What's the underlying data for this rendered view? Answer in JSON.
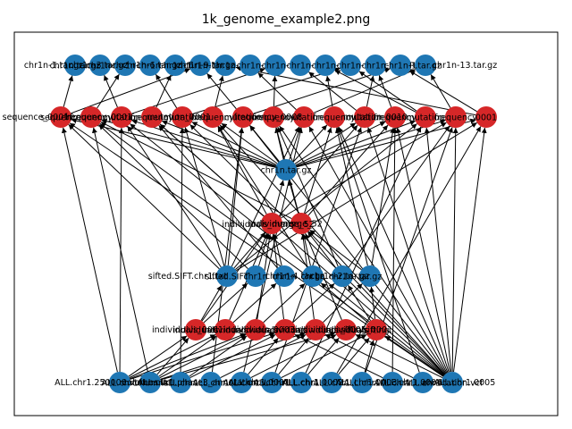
{
  "figure": {
    "title": "1k_genome_example2.png",
    "colors": {
      "blue": "#1f77b4",
      "red": "#d62728",
      "edge": "#000000",
      "frame": "#000000"
    }
  },
  "graph": {
    "nodes": [
      {
        "id": "t0",
        "color": "blue",
        "label": "chr1n.tar.gz"
      },
      {
        "id": "t1",
        "color": "blue",
        "label": "chr1n-"
      },
      {
        "id": "t2",
        "color": "blue",
        "label": "chr1n-"
      },
      {
        "id": "t3",
        "color": "blue",
        "label": "chr1n-"
      },
      {
        "id": "t4",
        "color": "blue",
        "label": "chr1n-1"
      },
      {
        "id": "t5",
        "color": "blue",
        "label": "chr1n-1"
      },
      {
        "id": "t6",
        "color": "blue",
        "label": "chr1n-"
      },
      {
        "id": "t7",
        "color": "blue",
        "label": "chr1n-"
      },
      {
        "id": "t8",
        "color": "blue",
        "label": "chr1n-"
      },
      {
        "id": "t9",
        "color": "blue",
        "label": "chr1n-"
      },
      {
        "id": "t10",
        "color": "blue",
        "label": "chr1n-"
      },
      {
        "id": "t11",
        "color": "blue",
        "label": "chr1n-"
      },
      {
        "id": "t12",
        "color": "blue",
        "label": "chr1n-"
      },
      {
        "id": "t13",
        "color": "blue",
        "label": "chr1n-1"
      },
      {
        "id": "t14",
        "color": "blue",
        "label": "R.tar.gz"
      },
      {
        "id": "r0",
        "color": "red",
        "label": "sequence"
      },
      {
        "id": "r1",
        "color": "red",
        "label": "frequency"
      },
      {
        "id": "r2",
        "color": "red",
        "label": "mutation"
      },
      {
        "id": "r3",
        "color": "red",
        "label": "frequency"
      },
      {
        "id": "r4",
        "color": "red",
        "label": "mutation"
      },
      {
        "id": "r5",
        "color": "red",
        "label": "frequency"
      },
      {
        "id": "r6",
        "color": "red",
        "label": "mutation"
      },
      {
        "id": "r7",
        "color": "red",
        "label": "frequency"
      },
      {
        "id": "r8",
        "color": "red",
        "label": "mutation"
      },
      {
        "id": "r9",
        "color": "red",
        "label": "frequency"
      },
      {
        "id": "r10",
        "color": "red",
        "label": "mutation"
      },
      {
        "id": "r11",
        "color": "red",
        "label": "frequency"
      },
      {
        "id": "r12",
        "color": "red",
        "label": "mutation"
      },
      {
        "id": "r13",
        "color": "red",
        "label": "frequency"
      },
      {
        "id": "r14",
        "color": "red",
        "label": "0001"
      },
      {
        "id": "c",
        "color": "blue",
        "label": "chr1n.tar.gz"
      },
      {
        "id": "m0",
        "color": "red",
        "label": "individuals"
      },
      {
        "id": "m1",
        "color": "red",
        "label": "merge_52"
      },
      {
        "id": "s0",
        "color": "blue",
        "label": "sifted.SIFT"
      },
      {
        "id": "s1",
        "color": "blue",
        "label": "chr1n"
      },
      {
        "id": "s2",
        "color": "blue",
        "label": "chr1n"
      },
      {
        "id": "s3",
        "color": "blue",
        "label": "chr1n"
      },
      {
        "id": "s4",
        "color": "blue",
        "label": "chr1n-"
      },
      {
        "id": "s5",
        "color": "blue",
        "label": "tar.gz"
      },
      {
        "id": "i0",
        "color": "red",
        "label": "individuals"
      },
      {
        "id": "i1",
        "color": "red",
        "label": "individuals"
      },
      {
        "id": "i2",
        "color": "red",
        "label": "individuals"
      },
      {
        "id": "i3",
        "color": "red",
        "label": "individuals"
      },
      {
        "id": "i4",
        "color": "red",
        "label": "individuals"
      },
      {
        "id": "i5",
        "color": "red",
        "label": "individuals"
      },
      {
        "id": "i6",
        "color": "red",
        "label": "sifting"
      },
      {
        "id": "b0",
        "color": "blue",
        "label": "ALL.chr1"
      },
      {
        "id": "b1",
        "color": "blue",
        "label": "columns"
      },
      {
        "id": "b2",
        "color": "blue",
        "label": "ALL.chr1"
      },
      {
        "id": "b3",
        "color": "blue",
        "label": "ALL.chr1"
      },
      {
        "id": "b4",
        "color": "blue",
        "label": "ALL.chr1"
      },
      {
        "id": "b5",
        "color": "blue",
        "label": "ALL.chr1"
      },
      {
        "id": "b6",
        "color": "blue",
        "label": "ALL.chr1"
      },
      {
        "id": "b7",
        "color": "blue",
        "label": "ALL.chr1"
      },
      {
        "id": "b8",
        "color": "blue",
        "label": "ALL.chr1"
      },
      {
        "id": "b9",
        "color": "blue",
        "label": "ALL.chr1"
      },
      {
        "id": "b10",
        "color": "blue",
        "label": "ALL.chr1"
      },
      {
        "id": "b11",
        "color": "blue",
        "label": "annotation.vcf"
      }
    ],
    "label_overlays": [
      {
        "label": "chr1n-1.tar.gz"
      },
      {
        "label": "chr1n-3.tar.gz"
      },
      {
        "label": "chr1n-6.tar.gz"
      },
      {
        "label": "chr1n-9.tar.gz"
      },
      {
        "label": "chr1n-13.tar.gz"
      },
      {
        "label": "sequence_0001"
      },
      {
        "label": "frequency_0001"
      },
      {
        "label": "mutation_0001"
      },
      {
        "label": "frequency_0008"
      },
      {
        "label": "mutation_0010"
      },
      {
        "label": "individuals_merge_52"
      },
      {
        "label": "sifted.SIFT.chr1.txt"
      },
      {
        "label": "chr1n-4.tar.gz"
      },
      {
        "label": "chr1n-2.tar.gz"
      },
      {
        "label": "individuals_0001"
      },
      {
        "label": "individuals_0003"
      },
      {
        "label": "individuals_0005"
      },
      {
        "label": "sifting_0001"
      },
      {
        "label": "ALL.chr1.250000.vcf"
      },
      {
        "label": "columns.txt"
      },
      {
        "label": "ALL.chr1.phase3_annotation.vcf"
      },
      {
        "label": "ALL.chr1.0001"
      },
      {
        "label": "ALL.chr1.0002"
      },
      {
        "label": "ALL.chr1.0003"
      },
      {
        "label": "ALL.chr1.0004"
      },
      {
        "label": "ALL.chr1.0005"
      }
    ],
    "edges": [
      [
        "b0",
        "i0"
      ],
      [
        "b0",
        "i1"
      ],
      [
        "b0",
        "i2"
      ],
      [
        "b0",
        "i3"
      ],
      [
        "b1",
        "i0"
      ],
      [
        "b1",
        "i1"
      ],
      [
        "b1",
        "i2"
      ],
      [
        "b1",
        "i4"
      ],
      [
        "b1",
        "i5"
      ],
      [
        "b2",
        "i2"
      ],
      [
        "b2",
        "i3"
      ],
      [
        "b3",
        "i4"
      ],
      [
        "b4",
        "i3"
      ],
      [
        "b4",
        "i5"
      ],
      [
        "b5",
        "i4"
      ],
      [
        "b5",
        "i6"
      ],
      [
        "b6",
        "i5"
      ],
      [
        "b7",
        "i6"
      ],
      [
        "b8",
        "i6"
      ],
      [
        "b9",
        "i3"
      ],
      [
        "b10",
        "i4"
      ],
      [
        "b11",
        "r0"
      ],
      [
        "b11",
        "r1"
      ],
      [
        "b11",
        "r2"
      ],
      [
        "b11",
        "r3"
      ],
      [
        "b11",
        "r4"
      ],
      [
        "b11",
        "r5"
      ],
      [
        "b11",
        "r6"
      ],
      [
        "b11",
        "r7"
      ],
      [
        "b11",
        "r8"
      ],
      [
        "b11",
        "r9"
      ],
      [
        "b11",
        "r10"
      ],
      [
        "b11",
        "r11"
      ],
      [
        "b11",
        "r12"
      ],
      [
        "b11",
        "r13"
      ],
      [
        "b11",
        "r14"
      ],
      [
        "b11",
        "i6"
      ],
      [
        "b11",
        "i5"
      ],
      [
        "b11",
        "m1"
      ],
      [
        "b0",
        "r0"
      ],
      [
        "b0",
        "r2"
      ],
      [
        "b1",
        "r1"
      ],
      [
        "b2",
        "r4"
      ],
      [
        "b3",
        "r6"
      ],
      [
        "b4",
        "r8"
      ],
      [
        "b5",
        "r10"
      ],
      [
        "b6",
        "r12"
      ],
      [
        "b7",
        "r14"
      ],
      [
        "b8",
        "r13"
      ],
      [
        "b9",
        "r11"
      ],
      [
        "b10",
        "r9"
      ],
      [
        "i0",
        "s0"
      ],
      [
        "i0",
        "m0"
      ],
      [
        "i1",
        "m0"
      ],
      [
        "i2",
        "m0"
      ],
      [
        "i3",
        "m0"
      ],
      [
        "i4",
        "m1"
      ],
      [
        "i5",
        "m1"
      ],
      [
        "i6",
        "s3"
      ],
      [
        "i6",
        "s4"
      ],
      [
        "i6",
        "s5"
      ],
      [
        "i0",
        "s1"
      ],
      [
        "i1",
        "s2"
      ],
      [
        "i2",
        "s3"
      ],
      [
        "i3",
        "s4"
      ],
      [
        "i4",
        "s5"
      ],
      [
        "s0",
        "r0"
      ],
      [
        "s0",
        "r2"
      ],
      [
        "s0",
        "r4"
      ],
      [
        "s0",
        "r6"
      ],
      [
        "s0",
        "r8"
      ],
      [
        "s0",
        "r10"
      ],
      [
        "s0",
        "r12"
      ],
      [
        "s0",
        "r14"
      ],
      [
        "s1",
        "m0"
      ],
      [
        "s2",
        "m0"
      ],
      [
        "s3",
        "m1"
      ],
      [
        "s4",
        "m1"
      ],
      [
        "s5",
        "m1"
      ],
      [
        "s1",
        "r1"
      ],
      [
        "s2",
        "r3"
      ],
      [
        "s3",
        "r5"
      ],
      [
        "s4",
        "r7"
      ],
      [
        "s5",
        "r9"
      ],
      [
        "s5",
        "r11"
      ],
      [
        "s4",
        "r13"
      ],
      [
        "m0",
        "c"
      ],
      [
        "m1",
        "c"
      ],
      [
        "m0",
        "r3"
      ],
      [
        "m0",
        "r5"
      ],
      [
        "m1",
        "r7"
      ],
      [
        "m1",
        "r9"
      ],
      [
        "m1",
        "r11"
      ],
      [
        "m0",
        "r13"
      ],
      [
        "m1",
        "r1"
      ],
      [
        "c",
        "r0"
      ],
      [
        "c",
        "r1"
      ],
      [
        "c",
        "r2"
      ],
      [
        "c",
        "r3"
      ],
      [
        "c",
        "r4"
      ],
      [
        "c",
        "r5"
      ],
      [
        "c",
        "r6"
      ],
      [
        "c",
        "r7"
      ],
      [
        "c",
        "r8"
      ],
      [
        "c",
        "r9"
      ],
      [
        "c",
        "r10"
      ],
      [
        "c",
        "r11"
      ],
      [
        "c",
        "r12"
      ],
      [
        "c",
        "r13"
      ],
      [
        "c",
        "r14"
      ],
      [
        "r0",
        "t0"
      ],
      [
        "r1",
        "t2"
      ],
      [
        "r2",
        "t1"
      ],
      [
        "r3",
        "t4"
      ],
      [
        "r4",
        "t3"
      ],
      [
        "r5",
        "t6"
      ],
      [
        "r6",
        "t5"
      ],
      [
        "r7",
        "t8"
      ],
      [
        "r8",
        "t7"
      ],
      [
        "r9",
        "t10"
      ],
      [
        "r10",
        "t9"
      ],
      [
        "r11",
        "t12"
      ],
      [
        "r12",
        "t11"
      ],
      [
        "r13",
        "t14"
      ],
      [
        "r14",
        "t13"
      ],
      [
        "r0",
        "t5"
      ],
      [
        "r2",
        "t8"
      ],
      [
        "r4",
        "t11"
      ],
      [
        "r6",
        "t13"
      ],
      [
        "r8",
        "t14"
      ],
      [
        "r10",
        "t12"
      ],
      [
        "r12",
        "t10"
      ],
      [
        "r14",
        "t6"
      ]
    ]
  }
}
